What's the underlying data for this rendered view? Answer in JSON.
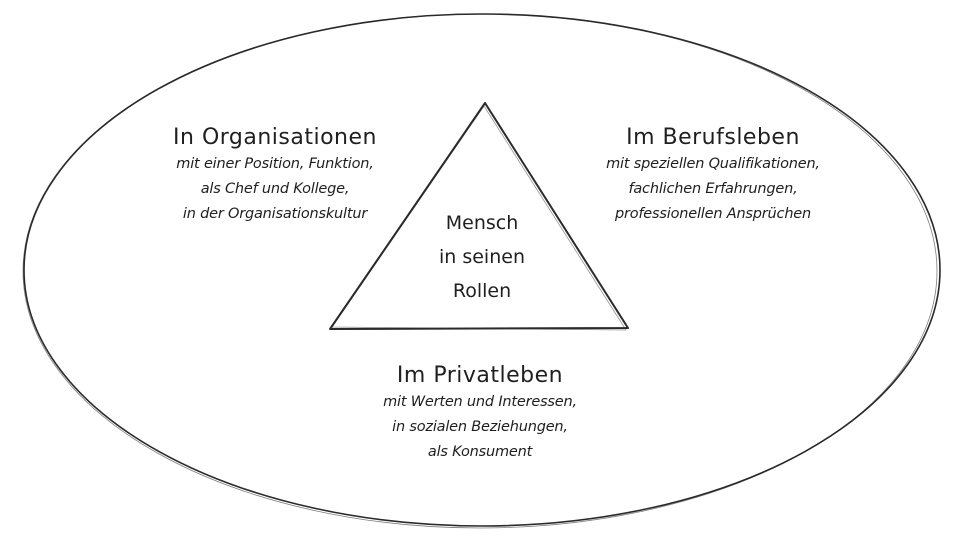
{
  "diagram": {
    "center": {
      "lines": [
        "Mensch",
        "in seinen",
        "Rollen"
      ]
    },
    "left": {
      "title": "In Organisationen",
      "lines": [
        "mit einer Position, Funktion,",
        "als Chef und Kollege,",
        "in der Organisationskultur"
      ]
    },
    "right": {
      "title": "Im Berufsleben",
      "lines": [
        "mit speziellen Qualifikationen,",
        "fachlichen Erfahrungen,",
        "professionellen Ansprüchen"
      ]
    },
    "bottom": {
      "title": "Im Privatleben",
      "lines": [
        "mit Werten und Interessen,",
        "in sozialen Beziehungen,",
        "als Konsument"
      ]
    },
    "colors": {
      "stroke": "#2a2a2a",
      "text": "#1f1f1f",
      "background": "#ffffff"
    }
  }
}
